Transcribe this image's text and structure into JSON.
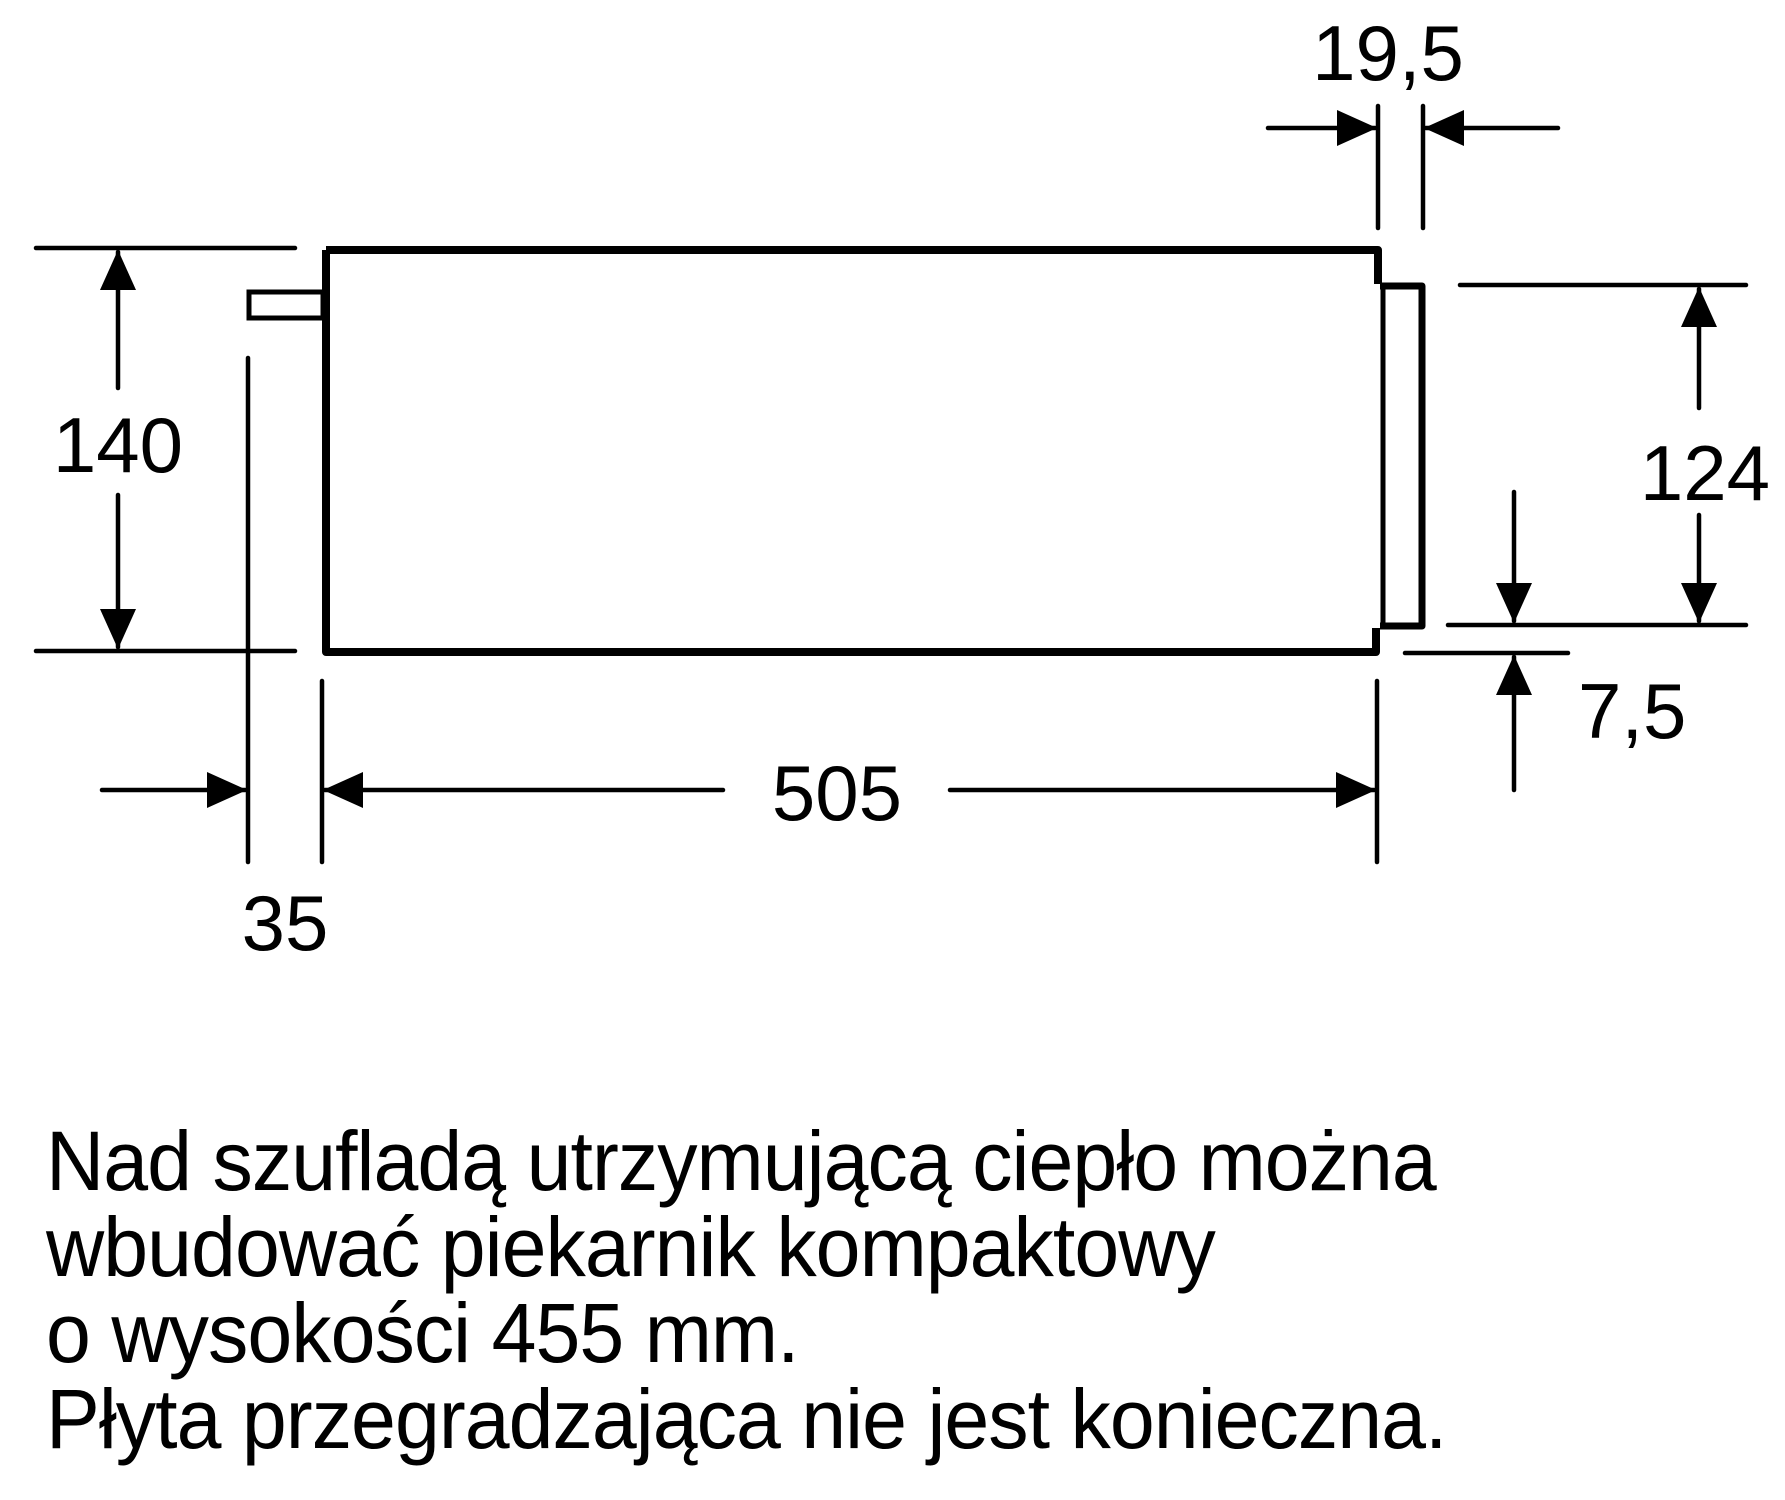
{
  "diagram": {
    "type": "technical-dimension-drawing",
    "units": "mm",
    "colors": {
      "line": "#000000",
      "background": "#ffffff"
    },
    "dimensions": {
      "overall_height": "140",
      "front_panel_height": "124",
      "front_panel_offset_bottom": "7,5",
      "front_panel_thickness": "19,5",
      "body_depth": "505",
      "rear_stub_depth": "35"
    }
  },
  "note": {
    "lines": [
      "Nad szufladą utrzymującą ciepło można",
      "wbudować piekarnik kompaktowy",
      "o wysokości 455 mm.",
      "Płyta przegradzająca nie jest konieczna."
    ]
  }
}
